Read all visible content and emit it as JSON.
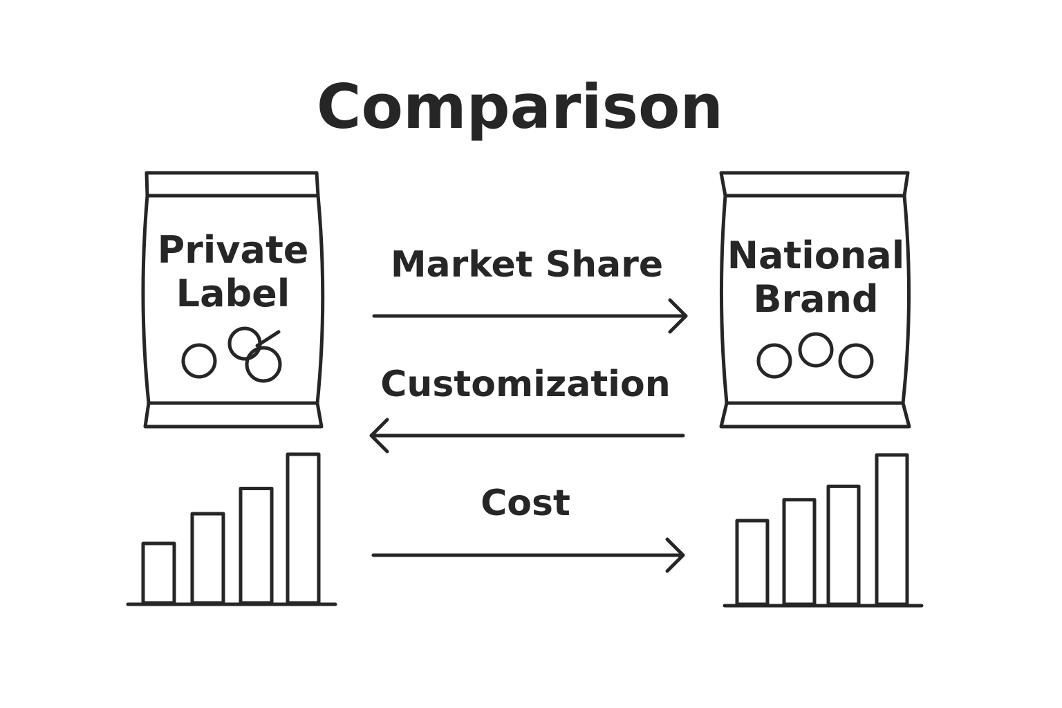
{
  "title": "Comparison",
  "colors": {
    "ink": "#262626",
    "background": "#ffffff"
  },
  "packages": [
    {
      "line1": "Private",
      "line2": "Label",
      "icon": "package-bag-icon"
    },
    {
      "line1": "National",
      "line2": "Brand",
      "icon": "package-bag-icon"
    }
  ],
  "arrows": [
    {
      "label": "Market Share",
      "direction": "right"
    },
    {
      "label": "Customization",
      "direction": "left"
    },
    {
      "label": "Cost",
      "direction": "right"
    }
  ],
  "bar_charts": [
    {
      "icon": "bar-chart-icon",
      "relative_heights": [
        0.4,
        0.6,
        0.77,
        1.0
      ]
    },
    {
      "icon": "bar-chart-icon",
      "relative_heights": [
        0.56,
        0.7,
        0.79,
        1.0
      ]
    }
  ]
}
